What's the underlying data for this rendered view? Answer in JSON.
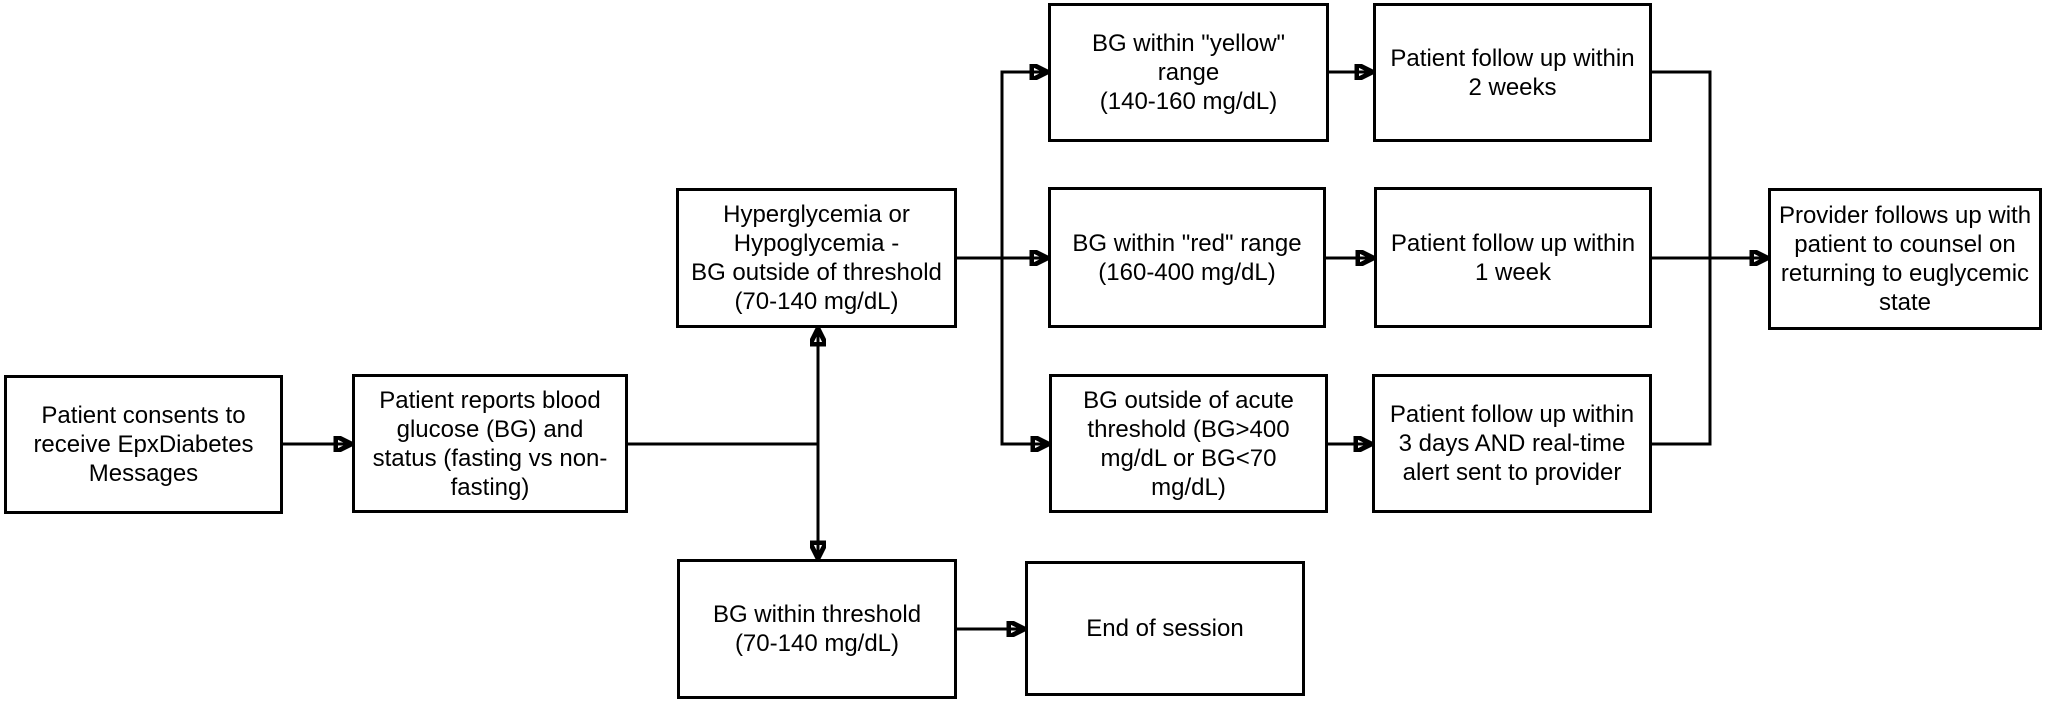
{
  "diagram": {
    "background_color": "#ffffff",
    "line_color": "#000000",
    "box_border_color": "#000000",
    "text_color": "#000000",
    "nodes": {
      "consent": {
        "label": "Patient consents to\nreceive EpxDiabetes\nMessages"
      },
      "report": {
        "label": "Patient reports blood\nglucose (BG) and\nstatus (fasting vs non-\nfasting)"
      },
      "hyper": {
        "label": "Hyperglycemia or\nHypoglycemia -\nBG outside of threshold\n(70-140 mg/dL)"
      },
      "yellow": {
        "label": "BG within \"yellow\"\nrange\n(140-160 mg/dL)"
      },
      "fu2w": {
        "label": "Patient follow up within\n2 weeks"
      },
      "red": {
        "label": "BG within \"red\" range\n(160-400 mg/dL)"
      },
      "fu1w": {
        "label": "Patient follow up within\n1 week"
      },
      "acute": {
        "label": "BG outside of acute\nthreshold (BG>400\nmg/dL or BG<70\nmg/dL)"
      },
      "fu3d": {
        "label": "Patient follow up within\n3 days AND real-time\nalert sent to provider"
      },
      "provider": {
        "label": "Provider follows up with\npatient to counsel on\nreturning to euglycemic\nstate"
      },
      "within": {
        "label": "BG within threshold\n(70-140 mg/dL)"
      },
      "end": {
        "label": "End of session"
      }
    }
  }
}
